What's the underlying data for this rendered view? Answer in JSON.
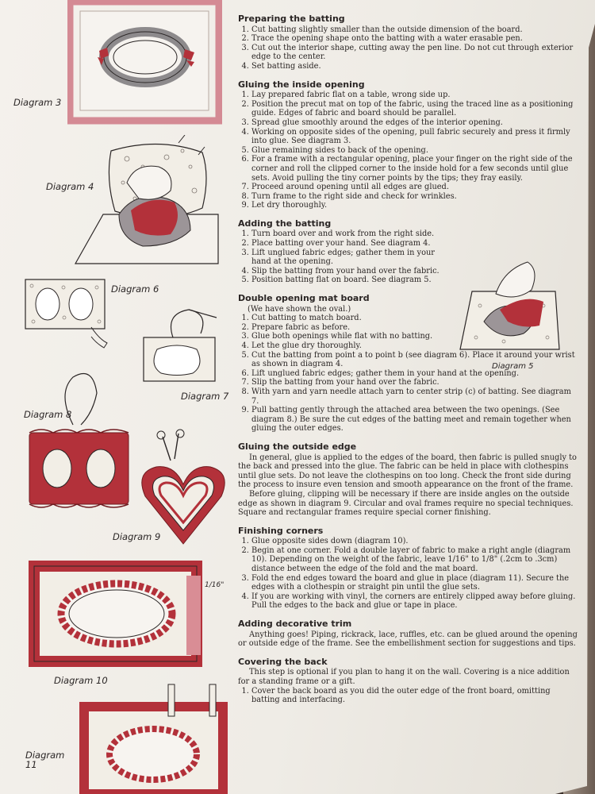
{
  "colors": {
    "accent_red": "#b3313a",
    "pink": "#d98d95",
    "paper": "#f2efea"
  },
  "diagrams": {
    "d3": "Diagram 3",
    "d4": "Diagram 4",
    "d5": "Diagram 5",
    "d6": "Diagram 6",
    "d7": "Diagram 7",
    "d8": "Diagram 8",
    "d9": "Diagram 9",
    "d10": "Diagram 10",
    "d11": "Diagram 11",
    "d10_note": "1/16\""
  },
  "sections": {
    "preparing": {
      "title": "Preparing the batting",
      "steps": [
        "Cut batting slightly smaller than the outside dimension of the board.",
        "Trace the opening shape onto the batting with a water erasable pen.",
        "Cut out the interior shape, cutting away the pen line. Do not cut through exterior edge to the center.",
        "Set batting aside."
      ]
    },
    "gluing_inside": {
      "title": "Gluing the inside opening",
      "steps": [
        "Lay prepared fabric flat on a table, wrong side up.",
        "Position the precut mat on top of the fabric, using the traced line as a positioning guide. Edges of fabric and board should be parallel.",
        "Spread glue smoothly around the edges of the interior opening.",
        "Working on opposite sides of the opening, pull fabric securely and press it firmly into glue. See diagram 3.",
        "Glue remaining sides to back of the opening.",
        "For a frame with a rectangular opening, place your finger on the right side of the corner and roll the clipped corner to the inside hold for a few seconds until glue sets. Avoid pulling the tiny corner points by the tips; they fray easily.",
        "Proceed around opening until all edges are glued.",
        "Turn frame to the right side and check for wrinkles.",
        "Let dry thoroughly."
      ]
    },
    "adding_batting": {
      "title": "Adding the batting",
      "steps": [
        "Turn board over and work from the right side.",
        "Place batting over your hand. See diagram 4.",
        "Lift unglued fabric edges; gather them in your hand at the opening.",
        "Slip the batting from your hand over the fabric.",
        "Position batting flat on board. See diagram 5."
      ]
    },
    "double_opening": {
      "title": "Double opening mat board",
      "intro": "(We have shown the oval.)",
      "steps": [
        "Cut batting to match board.",
        "Prepare fabric as before.",
        "Glue both openings while flat with no batting.",
        "Let the glue dry thoroughly.",
        "Cut the batting from point a to point b (see diagram 6). Place it around your wrist as shown in diagram 4.",
        "Lift unglued fabric edges; gather them in your hand at the opening.",
        "Slip the batting from your hand over the fabric.",
        "With yarn and yarn needle attach yarn to center strip (c) of batting. See diagram 7.",
        "Pull batting gently through the attached area between the two openings. (See diagram 8.) Be sure the cut edges of the batting meet and remain together when gluing the outer edges."
      ]
    },
    "outside_edge": {
      "title": "Gluing the outside edge",
      "para1": "In general, glue is applied to the edges of the board, then fabric is pulled snugly to the back and pressed into the glue. The fabric can be held in place with clothespins until glue sets. Do not leave the clothespins on too long. Check the front side during the process to insure even tension and smooth appearance on the front of the frame.",
      "para2": "Before gluing, clipping will be necessary if there are inside angles on the outside edge as shown in diagram 9. Circular and oval frames require no special techniques. Square and rectangular frames require special corner finishing."
    },
    "finishing": {
      "title": "Finishing corners",
      "steps": [
        "Glue opposite sides down (diagram 10).",
        "Begin at one corner. Fold a double layer of fabric to make a right angle (diagram 10). Depending on the weight of the fabric, leave 1/16\" to 1/8\" (.2cm to .3cm) distance between the edge of the fold and the mat board.",
        "Fold the end edges toward the board and glue in place (diagram 11). Secure the edges with a clothespin or straight pin until the glue sets.",
        "If you are working with vinyl, the corners are entirely clipped away before gluing. Pull the edges to the back and glue or tape in place."
      ]
    },
    "trim": {
      "title": "Adding decorative trim",
      "para": "Anything goes! Piping, rickrack, lace, ruffles, etc. can be glued around the opening or outside edge of the frame. See the embellishment section for suggestions and tips."
    },
    "covering": {
      "title": "Covering the back",
      "para": "This step is optional if you plan to hang it on the wall. Covering is a nice addition for a standing frame or a gift.",
      "steps": [
        "Cover the back board as you did the outer edge of the front board, omitting batting and interfacing."
      ]
    }
  }
}
